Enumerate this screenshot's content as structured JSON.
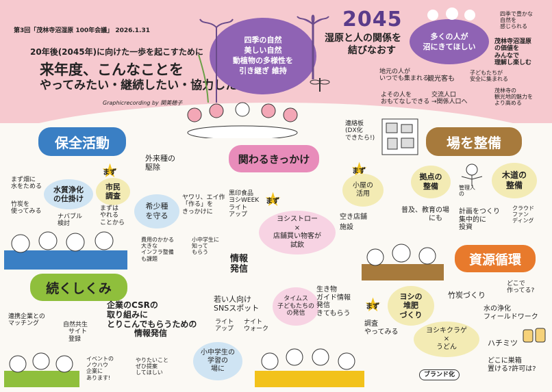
{
  "header": {
    "meeting": "第3回「茂林寺沼湿原 100年会議」 2026.1.31",
    "lead": "20年後(2045年)に向けた一歩を起こすために",
    "main1": "来年度、こんなことを",
    "main2": "やってみたい・継続したい・協力したい",
    "credit": "Graphicrecording by 関美穂子",
    "year": "2045",
    "slogan1": "湿原と人の関係を",
    "slogan2": "結びなおす",
    "purple_bubble": [
      "四季の自然",
      "美しい自然",
      "動植物の多様性を",
      "引き継ぎ 維持"
    ],
    "white_bubble": [
      "多くの人が",
      "沼にきてほしい"
    ],
    "notes": {
      "n1": [
        "四季で豊かな",
        "自然を",
        "感じられる"
      ],
      "n2": [
        "茂林寺沼湿原",
        "の価値を",
        "みんなで",
        "理解し楽しむ"
      ],
      "n3": [
        "子どもたちが",
        "安全に集まれる"
      ],
      "n4": [
        "茂林寺の",
        "観光地的魅力を",
        "より高める"
      ],
      "n5": [
        "地元の人が",
        "いつでも集まれる"
      ],
      "n6": "観光客も",
      "n7": [
        "よその人を",
        "おもてなしできる"
      ],
      "n8": [
        "交流人口",
        "→関係人口へ"
      ]
    }
  },
  "conservation": {
    "title": "保全活動",
    "items": {
      "a1": [
        "まず畑に",
        "水をためる"
      ],
      "a2": [
        "竹炭を",
        "使ってみる"
      ],
      "a3": [
        "水質浄化",
        "の仕掛け"
      ],
      "a4": [
        "ナバブル",
        "検討"
      ],
      "a5": [
        "市民",
        "調査"
      ],
      "a6": [
        "まずは",
        "やれる",
        "ことから"
      ],
      "a7": [
        "外来種の",
        "駆除"
      ],
      "a8": [
        "希少種",
        "を守る"
      ],
      "a9": [
        "費用のかかる",
        "大きな",
        "インフラ整備",
        "も課題"
      ]
    },
    "mazu": "まず"
  },
  "opportunity": {
    "title": "関わるきっかけ",
    "items": {
      "b1": [
        "ヤワリ、エイ作",
        "「作る」を",
        "きっかけに"
      ],
      "b2": [
        "黒印食品",
        "ヨシWEEK",
        "ライト",
        "アップ"
      ],
      "b3": [
        "ヨシストロー",
        "×",
        "店舗買い物客が",
        "試飲"
      ],
      "b4": [
        "小中学生に",
        "知って",
        "もらう"
      ]
    },
    "mazu": "まず"
  },
  "place": {
    "title": "場を整備",
    "items": {
      "c1": [
        "連絡板",
        "(DX化",
        "できたら!)"
      ],
      "c2": [
        "小屋の",
        "活用"
      ],
      "c3": [
        "空き店舗",
        "施設"
      ],
      "c4": [
        "拠点の",
        "整備"
      ],
      "c5": [
        "管理人",
        "の"
      ],
      "c6": [
        "木道の",
        "整備"
      ],
      "c7": [
        "普及、教育の場",
        "にも"
      ],
      "c8": [
        "計画をつくり",
        "集中的に",
        "投資"
      ],
      "c9": [
        "クラウド",
        "ファン",
        "ディング"
      ]
    },
    "mazu": "まず"
  },
  "info": {
    "items": {
      "d1": [
        "情報",
        "発信"
      ],
      "d2": [
        "若い人向け",
        "SNSスポット"
      ],
      "d3": [
        "ライト",
        "アップ"
      ],
      "d4": [
        "ナイト",
        "ウォーク"
      ],
      "d5": [
        "タイムス",
        "子どもたちの",
        "の発信"
      ],
      "d6": [
        "生き物",
        "ガイド情報",
        "発信",
        "きてもらう"
      ],
      "d7": [
        "小中学生の",
        "学習の",
        "場に"
      ]
    }
  },
  "system": {
    "title": "続くしくみ",
    "items": {
      "e1": [
        "連携企業との",
        "マッチング"
      ],
      "e2": [
        "自然共生",
        "サイト",
        "登録"
      ],
      "e3": [
        "企業のCSRの",
        "取り組みに",
        "とりこんでもらうための",
        "情報発信"
      ],
      "e4": [
        "イベントの",
        "ノウハウ",
        "企業に",
        "あります!"
      ],
      "e5": [
        "やりたいこと",
        "ぜひ提案",
        "してほしい"
      ]
    }
  },
  "resource": {
    "title": "資源循環",
    "items": {
      "f1": [
        "ヨシの",
        "堆肥",
        "づくり"
      ],
      "f2": "竹炭づくり",
      "f3": [
        "どこで",
        "作ってる?"
      ],
      "f4": [
        "水の浄化",
        "フィールドワーク"
      ],
      "f5": [
        "調査",
        "やってみる"
      ],
      "f6": [
        "ヨシキクラゲ",
        "×",
        "うどん"
      ],
      "f7": "ハチミツ",
      "f8": [
        "どこに巣箱",
        "置ける?許可は?"
      ],
      "f9": "ブランド化"
    },
    "mazu": "まず"
  },
  "colors": {
    "pink": "#f6c9cf",
    "purple": "#8f63b4",
    "blue": "#3a7fc4",
    "green": "#8fbf3c",
    "orange": "#e87a2c",
    "brown": "#a77a3c",
    "lightblue": "#cfe4f3",
    "lightpink": "#f7d3e3",
    "lightyellow": "#f3ebb4",
    "lightgreen": "#d9ebc7"
  }
}
